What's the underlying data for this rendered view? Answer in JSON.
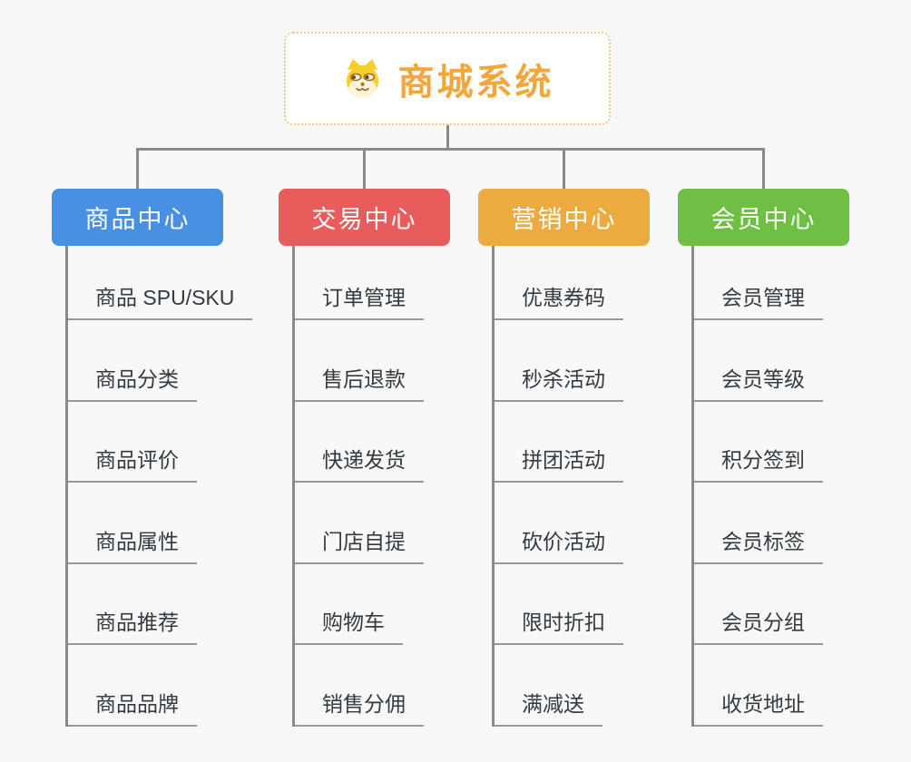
{
  "root": {
    "title": "商城系统",
    "icon": "doge-icon"
  },
  "branches": [
    {
      "label": "商品中心",
      "color": "#4a90e2",
      "items": [
        "商品 SPU/SKU",
        "商品分类",
        "商品评价",
        "商品属性",
        "商品推荐",
        "商品品牌"
      ]
    },
    {
      "label": "交易中心",
      "color": "#e85c5c",
      "items": [
        "订单管理",
        "售后退款",
        "快递发货",
        "门店自提",
        "购物车",
        "销售分佣"
      ]
    },
    {
      "label": "营销中心",
      "color": "#ebab3f",
      "items": [
        "优惠券码",
        "秒杀活动",
        "拼团活动",
        "砍价活动",
        "限时折扣",
        "满减送"
      ]
    },
    {
      "label": "会员中心",
      "color": "#6fbf44",
      "items": [
        "会员管理",
        "会员等级",
        "积分签到",
        "会员标签",
        "会员分组",
        "收货地址"
      ]
    }
  ],
  "style": {
    "background": "#f8f8f8",
    "connector_color": "#8a8a8a",
    "leaf_underline_color": "#989898",
    "root_border_color": "#f3c88a",
    "root_title_color": "#f2a63c",
    "leaf_text_color": "#333a40"
  }
}
